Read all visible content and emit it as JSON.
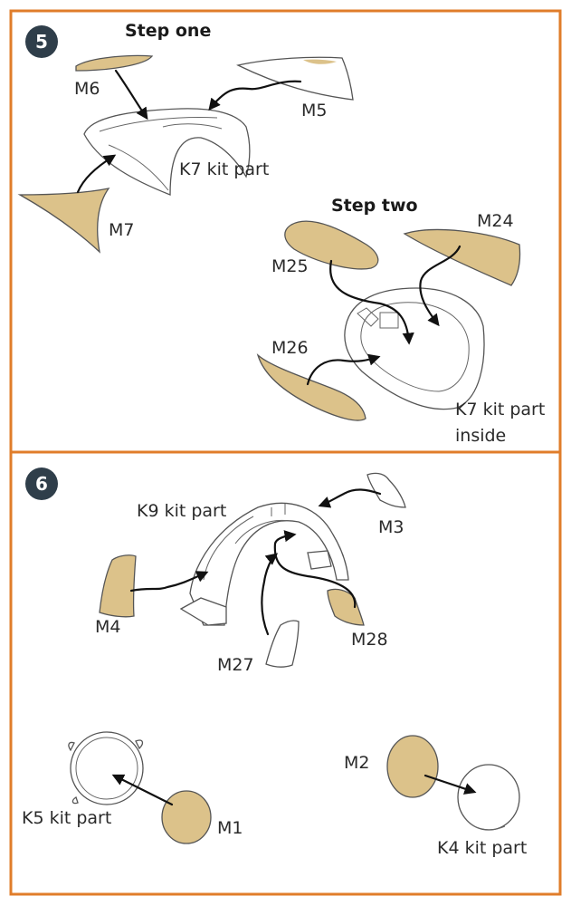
{
  "colors": {
    "frame": "#e07d2a",
    "badge": "#2f3e4a",
    "decal": "#dcc28a"
  },
  "section5": {
    "number": "5",
    "step_one": "Step one",
    "step_two": "Step two",
    "labels": {
      "m6": "M6",
      "m5": "M5",
      "k7": "K7 kit part",
      "m7": "M7",
      "m24": "M24",
      "m25": "M25",
      "m26": "M26",
      "k7_inside_1": "K7 kit part",
      "k7_inside_2": "inside"
    }
  },
  "section6": {
    "number": "6",
    "labels": {
      "k9": "K9 kit part",
      "m3": "M3",
      "m4": "M4",
      "m27": "M27",
      "m28": "M28",
      "m2": "M2",
      "k5": "K5 kit part",
      "m1": "M1",
      "k4": "K4 kit part"
    }
  }
}
